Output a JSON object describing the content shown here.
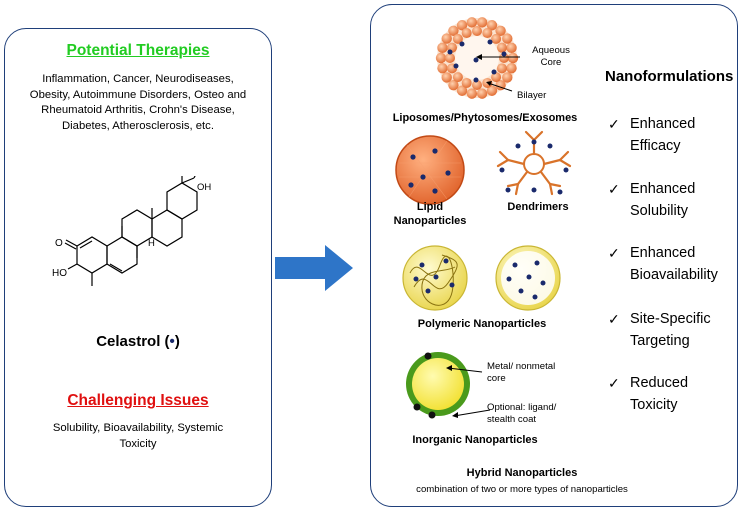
{
  "left": {
    "therapies_title": "Potential Therapies",
    "therapies_text": "Inflammation, Cancer, Neurodiseases, Obesity, Autoimmune Disorders, Osteo and Rheumatoid Arthritis, Crohn's Disease, Diabetes, Atherosclerosis, etc.",
    "molecule_labels": {
      "carboxyl": "OH",
      "ketone": "O",
      "hydroxyl": "HO",
      "hydrogen": "H"
    },
    "compound_name": "Celastrol (",
    "compound_symbol": "•",
    "compound_close": ")",
    "issues_title": "Challenging Issues",
    "issues_text": "Solubility, Bioavailability, Systemic Toxicity"
  },
  "right": {
    "liposome_labels": {
      "core": "Aqueous Core",
      "bilayer": "Bilayer"
    },
    "liposome_title": "Liposomes/Phytosomes/Exosomes",
    "lipid_title": "Lipid Nanoparticles",
    "dendrimer_title": "Dendrimers",
    "polymeric_title": "Polymeric Nanoparticles",
    "inorganic_labels": {
      "core": "Metal/ nonmetal core",
      "coat": "Optional: ligand/ stealth coat"
    },
    "inorganic_title": "Inorganic Nanoparticles",
    "hybrid_title": "Hybrid Nanoparticles",
    "hybrid_subtitle": "combination of two or more types of nanoparticles",
    "nano_title": "Nanoformulations",
    "check_symbol": "✓",
    "benefits": [
      [
        "Enhanced",
        "Efficacy"
      ],
      [
        "Enhanced",
        "Solubility"
      ],
      [
        "Enhanced",
        "Bioavailability"
      ],
      [
        "Site-Specific",
        "Targeting"
      ],
      [
        "Reduced",
        "Toxicity"
      ]
    ]
  },
  "colors": {
    "panel_border": "#1f3f7a",
    "green": "#22cc22",
    "red": "#e01010",
    "arrow": "#2e75c8",
    "drug_dot": "#1a2a6c",
    "lipid": "#f28a4c",
    "yellow": "#f7ec6a",
    "inorganic_ring": "#4a9a1c"
  }
}
